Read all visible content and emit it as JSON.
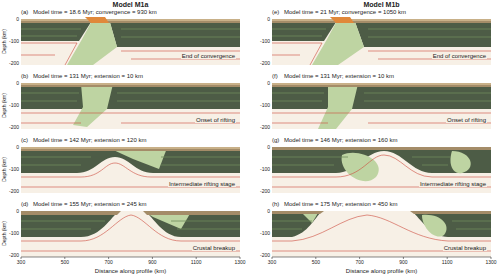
{
  "diagram": {
    "labels": [
      "Model M1a",
      "Model M1b",
      "(a)",
      "Model time = 18.6 Myr; convergence = 930 km",
      "End of convergence",
      "0",
      "-100",
      "-200",
      "Depth (km)",
      "(b)",
      "Model time = 131 Myr; extension = 10 km",
      "Onset of rifting",
      "0",
      "-100",
      "-200",
      "Depth (km)",
      "(c)",
      "Model time = 142 Myr; extension = 120 km",
      "Intermediate rifting stage",
      "0",
      "-100",
      "-200",
      "Depth (km)",
      "(d)",
      "Model time = 155 Myr; extension = 245 km",
      "Crustal breakup",
      "0",
      "-100",
      "-200",
      "Depth (km)",
      "(e)",
      "Model time = 21 Myr; convergence = 1050 km",
      "End of convergence",
      "0",
      "-100",
      "-200",
      "(f)",
      "Model time = 131 Myr; extension = 10 km",
      "Onset of rifting",
      "0",
      "-100",
      "-200",
      "(g)",
      "Model time = 146 Myr; extension = 160 km",
      "Intermediate rifting stage",
      "0",
      "-100",
      "-200",
      "(h)",
      "Model time = 175 Myr; extension = 450 km",
      "Crustal breakup",
      "0",
      "-100",
      "-200",
      "300",
      "500",
      "700",
      "900",
      "1100",
      "1300",
      "Distance along profile (km)",
      "300",
      "500",
      "700",
      "900",
      "1100",
      "1300",
      "Distance along profile (km)"
    ]
  }
}
